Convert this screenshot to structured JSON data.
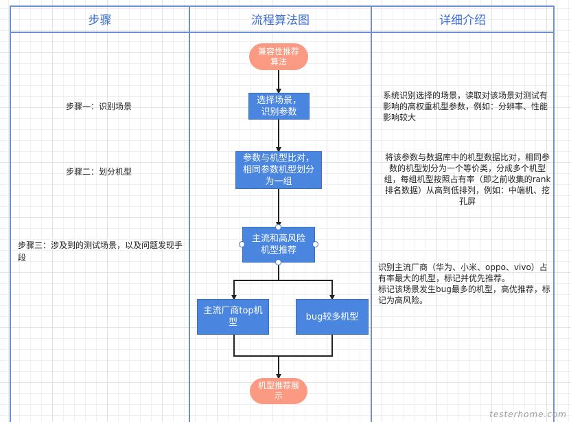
{
  "headers": {
    "steps": "步骤",
    "flow": "流程算法图",
    "details": "详细介绍"
  },
  "steps": [
    "步骤一：识别场景",
    "步骤二：划分机型",
    "步骤三：涉及到的测试场景，以及问题发现手段"
  ],
  "flow": {
    "start": "兼容性推荐算法",
    "select_scene": "选择场景，识别参数",
    "compare_models": "参数与机型比对，相同参数机型划分为一组",
    "recommend": "主流和高风险机型推荐",
    "top_vendor": "主流厂商top机型",
    "bug_models": "bug较多机型",
    "end": "机型推荐展示"
  },
  "details": [
    "系统识别选择的场景，读取对该场景对测试有影响的高权重机型参数，例如：分辨率、性能影响较大",
    "将该参数与数据库中的机型数据比对，相同参数的机型划分为一个等价类，分成多个机型组，每组机型按照占有率（即之前收集的rank排名数据）从高到低排列，例如：中端机、挖孔屏",
    "识别主流厂商（华为、小米、oppo、vivo）占有率最大的机型，标记并优先推荐。",
    "标记该场景发生bug最多的机型，高优推荐，标记为高风险。"
  ],
  "watermark": "testerhome.com",
  "colors": {
    "process": "#4a86e0",
    "terminal": "#fa9a82",
    "header_text": "#3c6fd6",
    "table_line": "#6b8fd6"
  }
}
